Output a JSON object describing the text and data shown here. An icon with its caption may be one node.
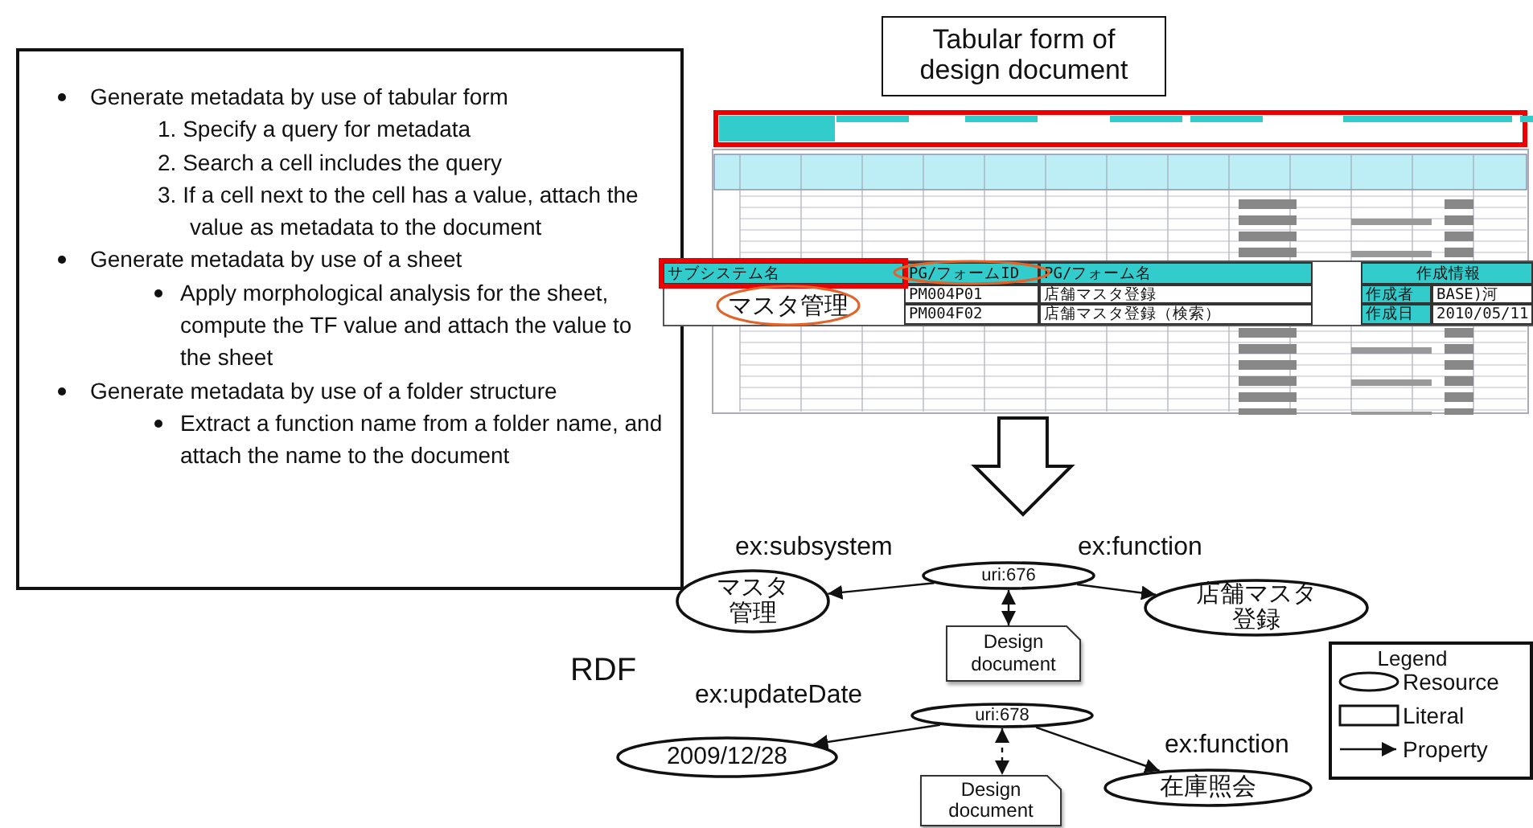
{
  "diagram": {
    "nodes": [
      {
        "text": [
          "Generate metadata by use of tabular form",
          "1. Specify a query for metadata",
          "2. Search a cell includes the query",
          "3. If a cell next to the cell has a value, attach the value as metadata to the document",
          "Generate metadata by use of a sheet",
          "Apply morphological analysis for the sheet, compute the TF value and attach the value to the sheet",
          "Generate metadata by use of a folder structure",
          "Extract a function name from a folder name, and attach the name to the document"
        ]
      },
      {
        "text": [
          "Tabular form of design document"
        ]
      },
      {
        "text": [],
        "shape": "picture"
      },
      {
        "text": [
          "マスタ管理"
        ]
      },
      {
        "text": [
          "uri:676"
        ]
      },
      {
        "text": [
          "店舗マスタ登録"
        ]
      },
      {
        "text": [
          "Design document"
        ]
      },
      {
        "text": [
          "2009/12/28"
        ]
      },
      {
        "text": [
          "uri:678"
        ]
      },
      {
        "text": [
          "在庫照会"
        ]
      },
      {
        "text": [
          "Design document"
        ]
      }
    ],
    "edges": [
      {
        "from": 4,
        "to": 3,
        "arrow": "to",
        "label": "ex:subsystem"
      },
      {
        "from": 4,
        "to": 5,
        "arrow": "to",
        "label": "ex:function"
      },
      {
        "from": 4,
        "to": 6,
        "arrow": "both"
      },
      {
        "from": 8,
        "to": 7,
        "arrow": "to",
        "label": "ex:updateDate"
      },
      {
        "from": 8,
        "to": 9,
        "arrow": "to",
        "label": "ex:function"
      },
      {
        "from": 8,
        "to": 10,
        "arrow": "both",
        "style": "dashed"
      },
      {
        "from": 2,
        "to": null,
        "arrow": "to",
        "style": "thick"
      }
    ],
    "labels": [
      "サブシステム名",
      "PG/フォームID",
      "PG/フォーム名",
      "作成情報",
      "マスタ管理",
      "PM004P01",
      "店舗マスタ登録",
      "作成者",
      "BASE)河",
      "PM004F02",
      "店舗マスタ登録（検索）",
      "作成日",
      "2010/05/11",
      "RDF",
      "Legend"
    ],
    "legend": [
      {
        "text": "Resource"
      },
      {
        "text": "Literal"
      },
      {
        "text": "Property"
      }
    ]
  }
}
